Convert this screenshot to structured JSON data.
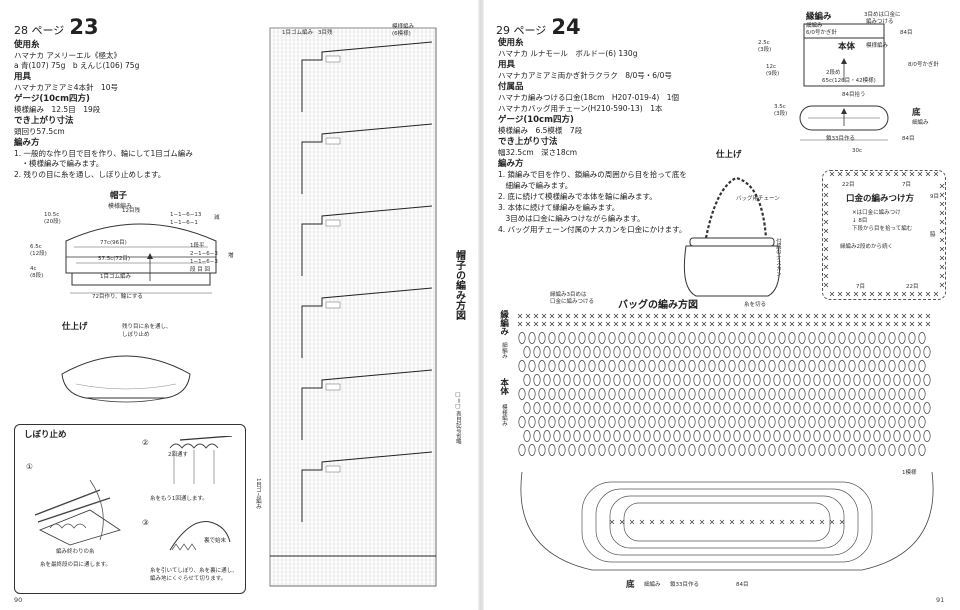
{
  "left": {
    "header": {
      "prefix": "28 ページ",
      "number": "23"
    },
    "materials_head": "使用糸",
    "materials": [
      "ハマナカ アメリーエル《極太》",
      "a 青(107) 75g　b えんじ(106) 75g"
    ],
    "tools_head": "用具",
    "tools": [
      "ハマナカアミアミ4本針　10号"
    ],
    "gauge_head": "ゲージ(10cm四方)",
    "gauge": [
      "模様編み　12.5目　19段"
    ],
    "size_head": "でき上がり寸法",
    "size": [
      "頭回り57.5cm"
    ],
    "method_head": "編み方",
    "method": [
      "1. 一般的な作り目で目を作り、輪にして1目ゴム編み",
      "　・模様編みで編みます。",
      "2. 残りの目に糸を通し、しぼり止めします。"
    ],
    "hat_diagram": {
      "title": "帽子",
      "sub": "模様編み",
      "labels": [
        "12目残",
        "1−1−6−13",
        "1−1−6−1",
        "減",
        "10.5c",
        "(20段)",
        "77c(96目)",
        "1段平",
        "2−1−6−3",
        "1−1−6−3",
        "段 目 回",
        "増",
        "6.5c",
        "(12段)",
        "57.5c(72目)",
        "1目ゴム編み",
        "4c",
        "(8段)",
        "72目作り、輪にする"
      ]
    },
    "finish": {
      "title": "仕上げ",
      "note1": "残り目に糸を通し、",
      "note2": "しぼり止め"
    },
    "shibori": {
      "title": "しぼり止め",
      "steps": [
        "①",
        "②",
        "③"
      ],
      "labels": [
        "2回通す",
        "糸をもう1回通します。",
        "編み終わりの糸",
        "糸を最終段の目に通します。",
        "裏で始末",
        "糸を引いてしぼり、糸を裏に通し、",
        "編み地にくぐらせて切ります。"
      ]
    },
    "chart": {
      "title": "帽子の編み方図",
      "legend": "□＝□ 表目記号省略",
      "labels": [
        "1目ゴム編み",
        "3目残",
        "模様編み",
        "(6模様)",
        "1目ゴム編み"
      ]
    },
    "page_footer": "90"
  },
  "right": {
    "header": {
      "prefix": "29 ページ",
      "number": "24"
    },
    "materials_head": "使用糸",
    "materials": [
      "ハマナカ ルナモール　ボルドー(6) 130g"
    ],
    "tools_head": "用具",
    "tools": [
      "ハマナカアミアミ両かぎ針ラクラク　8/0号・6/0号"
    ],
    "parts_head": "付属品",
    "parts": [
      "ハマナカ編みつける口金(18cm　H207-019-4)　1個",
      "ハマナカバッグ用チェーン(H210-590-13)　1本"
    ],
    "gauge_head": "ゲージ(10cm四方)",
    "gauge": [
      "模様編み　6.5模様　7段"
    ],
    "size_head": "でき上がり寸法",
    "size": [
      "幅32.5cm　深さ18cm"
    ],
    "method_head": "編み方",
    "method": [
      "1. 鎖編みで目を作り、鎖編みの周囲から目を拾って底を",
      "　細編みで編みます。",
      "2. 底に続けて模様編みで本体を輪に編みます。",
      "3. 本体に続けて縁編みを編みます。",
      "　3目めは口金に編みつけながら編みます。",
      "4. バッグ用チェーン付属のナスカンを口金にかけます。"
    ],
    "bag_diagram": {
      "labels": [
        "縁編み",
        "細編み",
        "6/0号かぎ針",
        "3目めは口金に",
        "編みつける",
        "84目",
        "2.5c",
        "(3段)",
        "12c",
        "(9段)",
        "本体",
        "模様編み",
        "8/0号かぎ針",
        "2段め",
        "65c(126目・42模様)",
        "84目拾う",
        "3.5c",
        "(3段)",
        "底",
        "細編み",
        "鎖33目作る",
        "84目",
        "30c"
      ]
    },
    "finish": {
      "title": "仕上げ",
      "chain": "バッグ用チェーン",
      "clasp": "付属のナスカン",
      "cut": "糸を切る"
    },
    "kuchigane": {
      "title": "口金の編みつけ方",
      "labels": [
        "22目",
        "7目",
        "9目",
        "脇",
        "✕は口金に編みつけ",
        "↓ 8目",
        "下段から目を拾って編む",
        "縁編み2段めから続く",
        "7目",
        "22目"
      ]
    },
    "chart": {
      "title": "バッグの編み方図",
      "labels": [
        "縁編み3目めは",
        "口金に編みつける",
        "縁編み",
        "細編み",
        "本体",
        "模様編み",
        "1模様",
        "底",
        "細編み",
        "鎖33目作る",
        "84目"
      ]
    },
    "page_footer": "91"
  },
  "colors": {
    "ink": "#222222",
    "line": "#333333",
    "paper": "#ffffff"
  }
}
